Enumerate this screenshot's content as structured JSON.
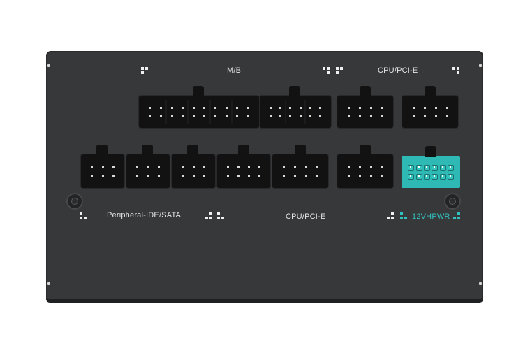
{
  "labels": {
    "mb": "M/B",
    "cpu_pcie_top": "CPU/PCI-E",
    "peripheral": "Peripheral-IDE/SATA",
    "cpu_pcie_bottom": "CPU/PCI-E",
    "vhpwr": "12VHPWR"
  },
  "colors": {
    "panel": "#37383a",
    "connector": "#121213",
    "accent": "#31c2c0",
    "text": "#e4e4e4"
  },
  "icons": {
    "marker": "dots-marker-icon",
    "screw": "screw-icon"
  }
}
